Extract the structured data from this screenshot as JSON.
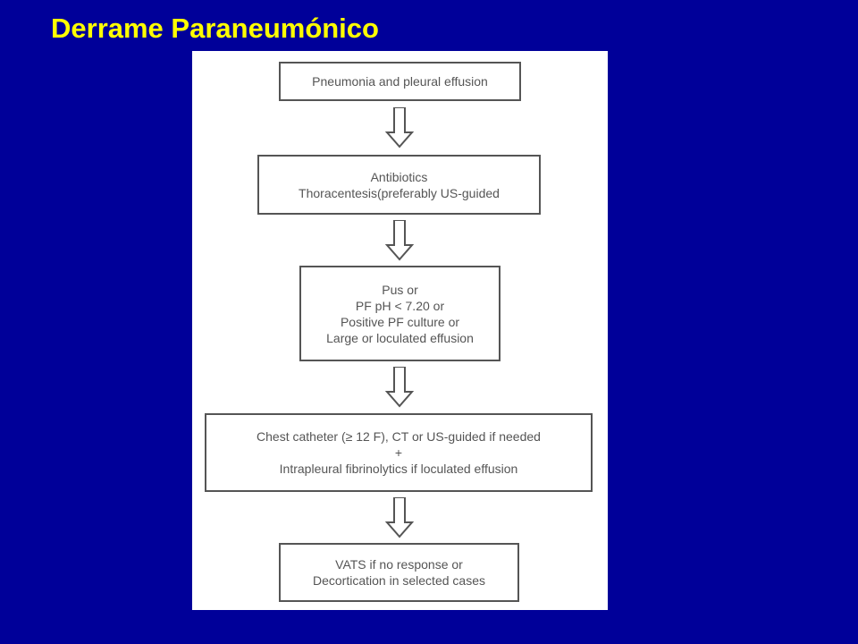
{
  "slide": {
    "title": "Derrame Paraneumónico"
  },
  "flowchart": {
    "steps": [
      {
        "lines": [
          "Pneumonia and pleural effusion"
        ]
      },
      {
        "lines": [
          "Antibiotics",
          "Thoracentesis(preferably US-guided"
        ]
      },
      {
        "lines": [
          "Pus or",
          "PF pH < 7.20 or",
          "Positive PF culture or",
          "Large or loculated effusion"
        ]
      },
      {
        "lines": [
          "Chest catheter (≥ 12 F), CT  or  US-guided if needed",
          "+",
          "Intrapleural fibrinolytics if loculated effusion"
        ]
      },
      {
        "lines": [
          "VATS if no response or",
          "Decortication in selected cases"
        ]
      }
    ],
    "connector_icon": "hollow-down-arrow",
    "colors": {
      "background": "#000099",
      "title": "#ffff00",
      "figure_background": "#ffffff",
      "figure_ink": "#555555"
    }
  }
}
